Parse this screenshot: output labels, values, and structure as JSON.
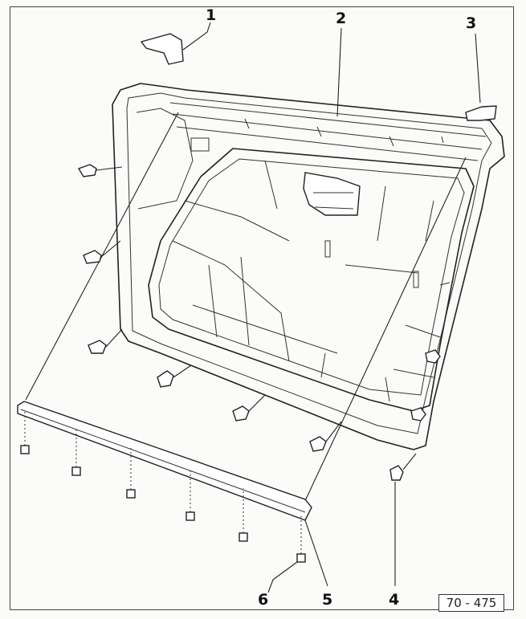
{
  "callouts": [
    {
      "id": "1",
      "label": "1"
    },
    {
      "id": "2",
      "label": "2"
    },
    {
      "id": "3",
      "label": "3"
    },
    {
      "id": "4",
      "label": "4"
    },
    {
      "id": "5",
      "label": "5"
    },
    {
      "id": "6",
      "label": "6"
    }
  ],
  "figure_ref": "70 - 475"
}
